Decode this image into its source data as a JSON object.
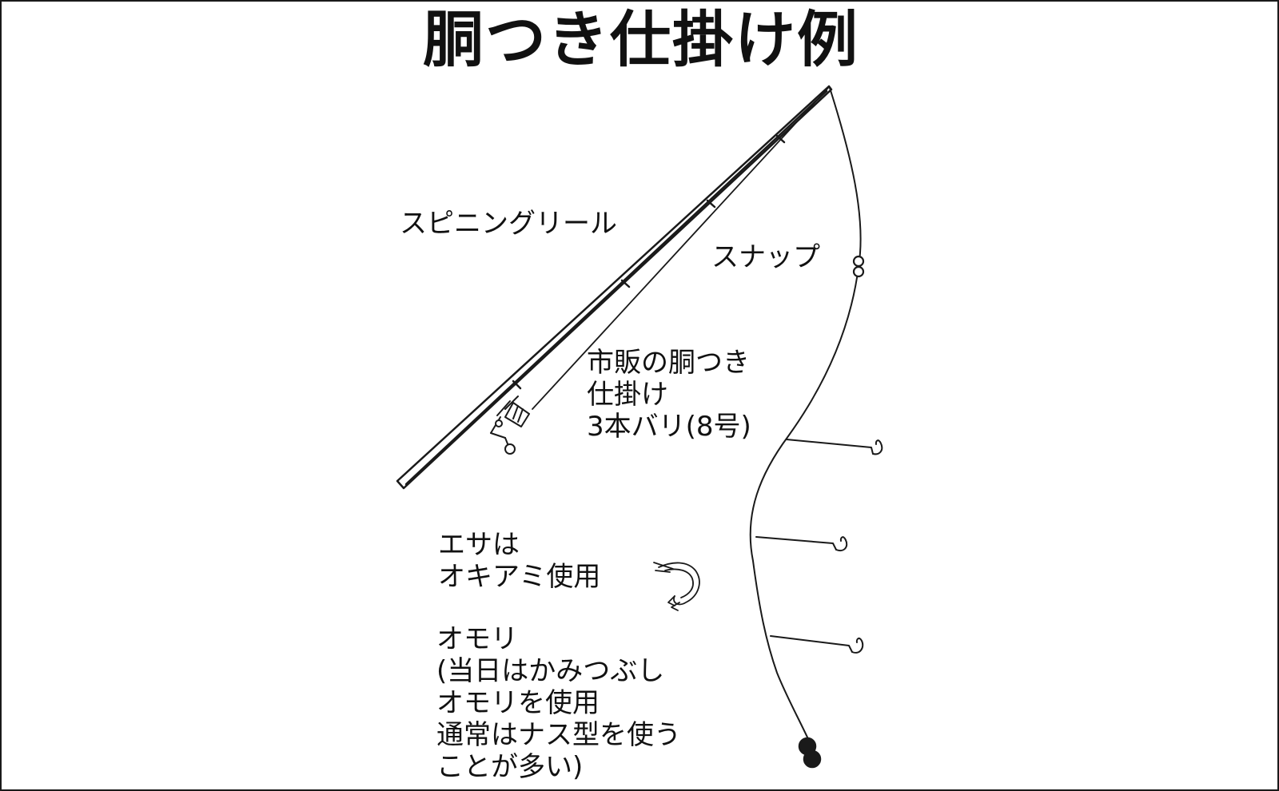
{
  "title": "胴つき仕掛け例",
  "labels": {
    "reel": "スピニングリール",
    "snap": "スナップ",
    "rig": [
      "市販の胴つき",
      "仕掛け",
      "3本バリ(8号)"
    ],
    "bait": [
      "エサは",
      "オキアミ使用"
    ],
    "sinker": [
      "オモリ",
      "(当日はかみつぶし",
      "オモリを使用",
      "通常はナス型を使う",
      "ことが多い)"
    ]
  },
  "colors": {
    "line": "#1a1a1a",
    "background": "#ffffff"
  }
}
